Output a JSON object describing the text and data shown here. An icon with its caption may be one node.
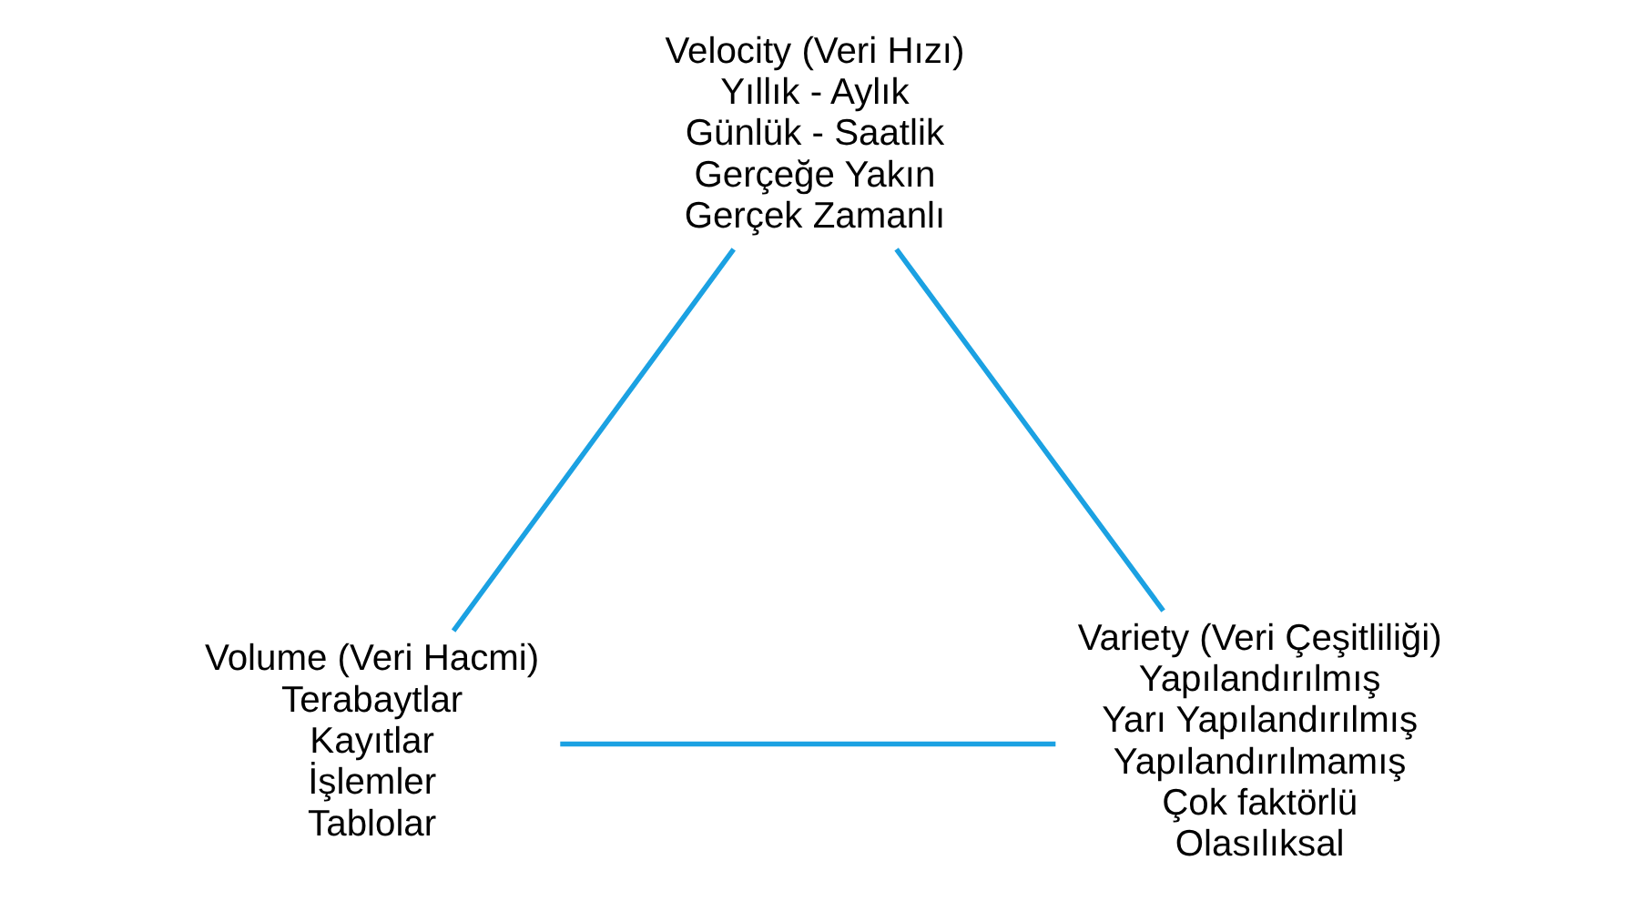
{
  "diagram": {
    "nodes": [
      {
        "text": [
          "Velocity (Veri Hızı)",
          "Yıllık - Aylık",
          "Günlük - Saatlik",
          "Gerçeğe Yakın",
          "Gerçek Zamanlı"
        ]
      },
      {
        "text": [
          "Volume (Veri Hacmi)",
          "Terabaytlar",
          "Kayıtlar",
          "İşlemler",
          "Tablolar"
        ]
      },
      {
        "text": [
          "Variety (Veri Çeşitliliği)",
          "Yapılandırılmış",
          "Yarı Yapılandırılmış",
          "Yapılandırılmamış",
          "Çok faktörlü",
          "Olasılıksal"
        ]
      }
    ],
    "edges": [
      {
        "from": 0,
        "to": 1,
        "arrow": "none"
      },
      {
        "from": 1,
        "to": 2,
        "arrow": "none"
      },
      {
        "from": 2,
        "to": 0,
        "arrow": "none"
      }
    ]
  }
}
